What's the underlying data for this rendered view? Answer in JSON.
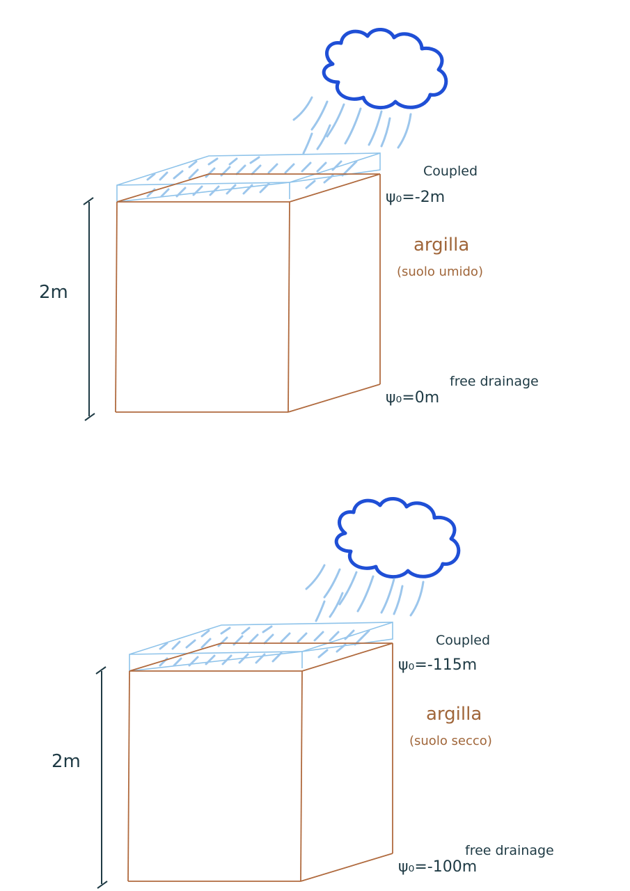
{
  "colors": {
    "cloud": "#1f4fd6",
    "rain": "#9cc6ec",
    "water_layer": "#8ec3ea",
    "soil": "#b06a3e",
    "ink": "#1e3a44",
    "soil_text": "#a0663a"
  },
  "panels": [
    {
      "height_label": "2m",
      "top_condition_title": "Coupled",
      "top_condition_value": "ψ₀=-2m",
      "soil_name": "argilla",
      "soil_state": "(suolo umido)",
      "bottom_condition_value": "ψ₀=0m",
      "bottom_condition_title": "free drainage"
    },
    {
      "height_label": "2m",
      "top_condition_title": "Coupled",
      "top_condition_value": "ψ₀=-115m",
      "soil_name": "argilla",
      "soil_state": "(suolo secco)",
      "bottom_condition_value": "ψ₀=-100m",
      "bottom_condition_title": "free drainage"
    }
  ]
}
